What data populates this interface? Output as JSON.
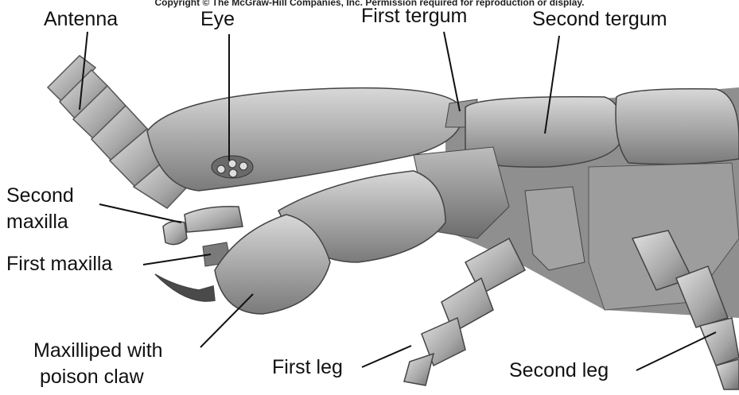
{
  "copyright": "Copyright © The McGraw-Hill Companies, Inc. Permission required for reproduction or display.",
  "labels": {
    "antenna": "Antenna",
    "eye": "Eye",
    "first_tergum": "First tergum",
    "second_tergum": "Second tergum",
    "second_maxilla_line1": "Second",
    "second_maxilla_line2": "maxilla",
    "first_maxilla": "First maxilla",
    "maxilliped_line1": "Maxilliped with",
    "maxilliped_line2": "poison claw",
    "first_leg": "First leg",
    "second_leg": "Second leg"
  }
}
